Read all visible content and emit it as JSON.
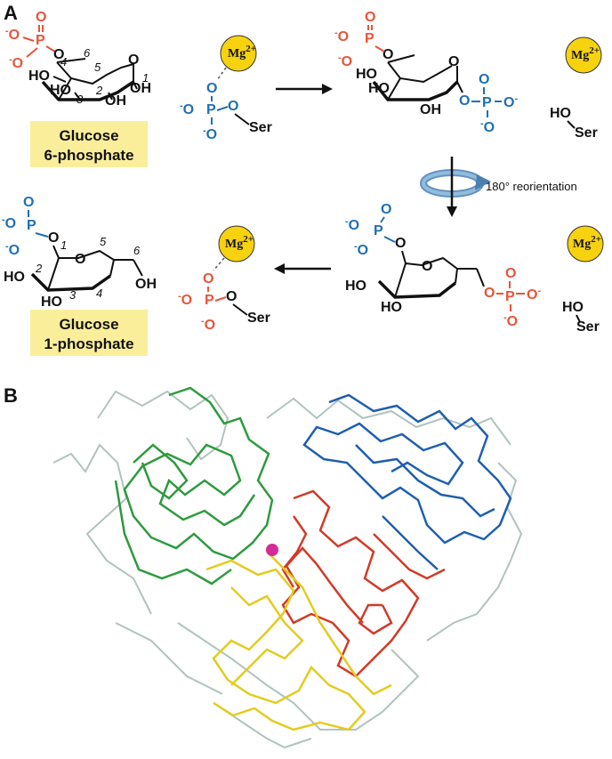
{
  "panels": {
    "a": "A",
    "b": "B"
  },
  "compounds": {
    "glc6p_line1": "Glucose",
    "glc6p_line2": "6-phosphate",
    "glc1p_line1": "Glucose",
    "glc1p_line2": "1-phosphate"
  },
  "ions": {
    "mg_base": "Mg",
    "mg_charge": "2+"
  },
  "atoms": {
    "oxygen": "O",
    "phosphorus": "P",
    "hydroxyl": "OH",
    "hydroxyl_left": "HO",
    "serine": "Ser",
    "minus": "-"
  },
  "ring_numbers": [
    "1",
    "2",
    "3",
    "4",
    "5",
    "6"
  ],
  "reorientation": "180° reorientation",
  "colors": {
    "phosphate_red": "#e8543a",
    "phosphate_blue": "#1f6fb5",
    "label_box": "#fbee9b",
    "mg_fill": "#f6d20f",
    "ribbon_green": "#2e9a3e",
    "ribbon_blue": "#1f5fb0",
    "ribbon_red": "#d23a28",
    "ribbon_yellow": "#e3cc1f",
    "ribbon_gray": "#a9bdb6",
    "metal_magenta": "#d42c96",
    "arrow_blue": "#6fa3cf"
  }
}
